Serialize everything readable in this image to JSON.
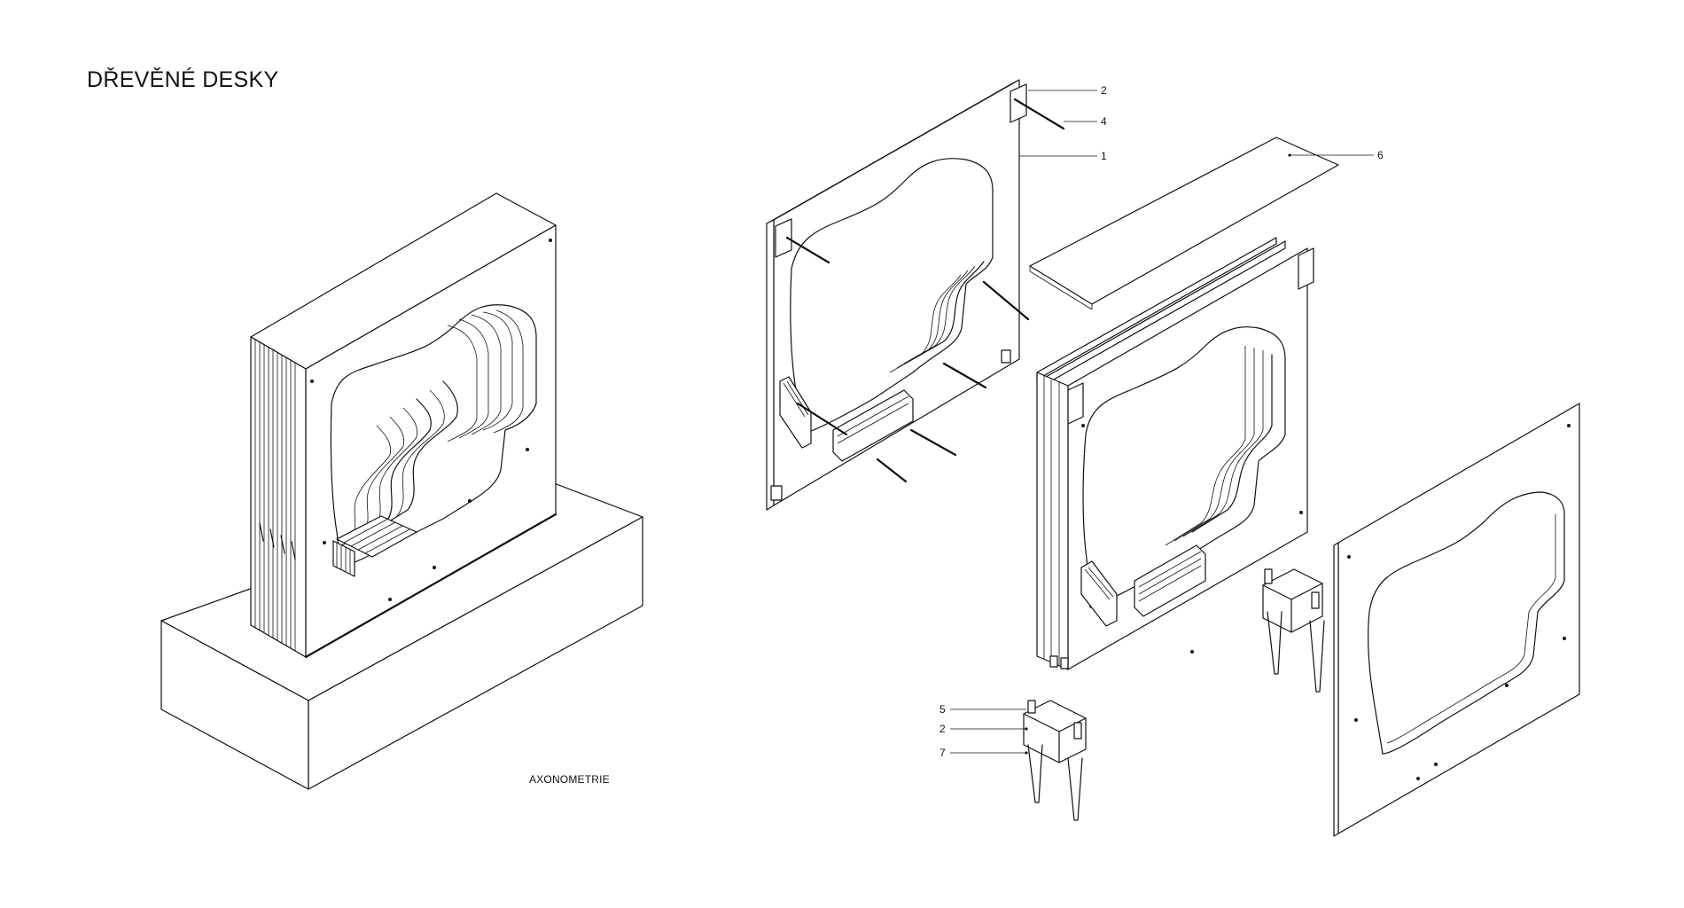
{
  "title": "DŘEVĚNÉ DESKY",
  "caption": "AXONOMETRIE",
  "callouts": {
    "c2a": "2",
    "c4": "4",
    "c1": "1",
    "c6": "6",
    "c5": "5",
    "c2b": "2",
    "c7": "7"
  }
}
